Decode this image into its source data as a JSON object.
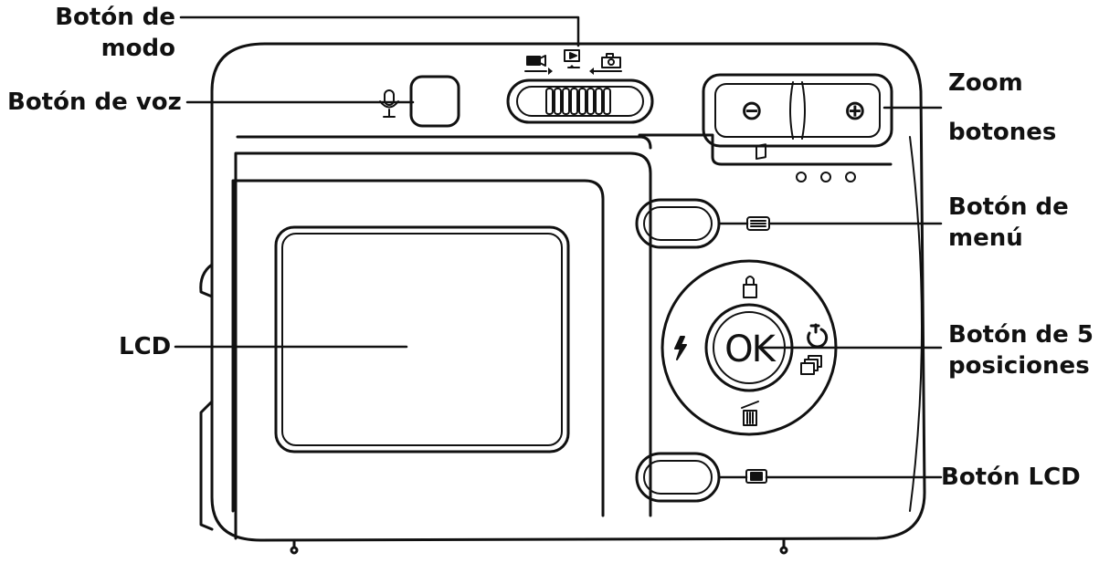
{
  "labels": {
    "mode_button": [
      "Botón de",
      "modo"
    ],
    "voice_button": "Botón de voz",
    "zoom_buttons": [
      "Zoom",
      "botones"
    ],
    "menu_button": [
      "Botón de",
      "menú"
    ],
    "lcd": "LCD",
    "five_way_button": [
      "Botón de 5",
      "posiciones"
    ],
    "lcd_button": "Botón LCD"
  },
  "camera": {
    "ok_text": "OK",
    "zoom_out_symbol": "⊖",
    "zoom_in_symbol": "⊕"
  },
  "icons": {
    "mic": "microphone-icon",
    "video_mode": "video-camera-icon",
    "playback_mode": "playback-icon",
    "photo_mode": "camera-icon",
    "menu": "menu-icon",
    "macro": "lock-icon",
    "self_timer": "timer-icon",
    "burst": "burst-icon",
    "delete": "trash-icon",
    "flash": "flash-icon",
    "lcd_toggle": "lcd-icon"
  },
  "colors": {
    "ink": "#111111",
    "paper": "#ffffff"
  }
}
